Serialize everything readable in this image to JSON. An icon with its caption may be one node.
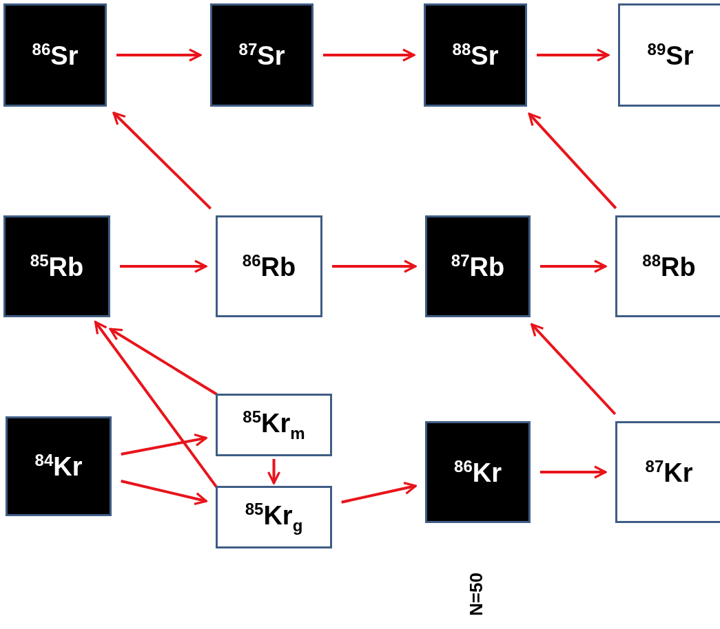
{
  "diagram": {
    "nodes": [
      {
        "text": [
          "$^{86}$Sr"
        ]
      },
      {
        "text": [
          "$^{87}$Sr"
        ]
      },
      {
        "text": [
          "$^{88}$Sr"
        ]
      },
      {
        "text": [
          "$^{89}$Sr"
        ]
      },
      {
        "text": [
          "$^{85}$Rb"
        ]
      },
      {
        "text": [
          "$^{86}$Rb"
        ]
      },
      {
        "text": [
          "$^{87}$Rb"
        ]
      },
      {
        "text": [
          "$^{88}$Rb"
        ]
      },
      {
        "text": [
          "$^{84}$Kr"
        ]
      },
      {
        "text": [
          "$^{85}$Kr$_{m}$"
        ]
      },
      {
        "text": [
          "$^{85}$Kr$_{g}$"
        ]
      },
      {
        "text": [
          "$^{86}$Kr"
        ]
      },
      {
        "text": [
          "$^{87}$Kr"
        ]
      }
    ],
    "edges": [
      {
        "from": 0,
        "to": 1,
        "arrow": "to"
      },
      {
        "from": 1,
        "to": 2,
        "arrow": "to"
      },
      {
        "from": 2,
        "to": 3,
        "arrow": "to"
      },
      {
        "from": 5,
        "to": 0,
        "arrow": "to"
      },
      {
        "from": 7,
        "to": 2,
        "arrow": "to"
      },
      {
        "from": 4,
        "to": 5,
        "arrow": "to"
      },
      {
        "from": 5,
        "to": 6,
        "arrow": "to"
      },
      {
        "from": 6,
        "to": 7,
        "arrow": "to"
      },
      {
        "from": 9,
        "to": 4,
        "arrow": "to"
      },
      {
        "from": 10,
        "to": 4,
        "arrow": "to"
      },
      {
        "from": 8,
        "to": 9,
        "arrow": "to"
      },
      {
        "from": 8,
        "to": 10,
        "arrow": "to"
      },
      {
        "from": 9,
        "to": 10,
        "arrow": "to"
      },
      {
        "from": 10,
        "to": 11,
        "arrow": "to"
      },
      {
        "from": 12,
        "to": 6,
        "arrow": "to"
      },
      {
        "from": 11,
        "to": 12,
        "arrow": "to"
      }
    ],
    "labels": [
      "N=50"
    ]
  }
}
